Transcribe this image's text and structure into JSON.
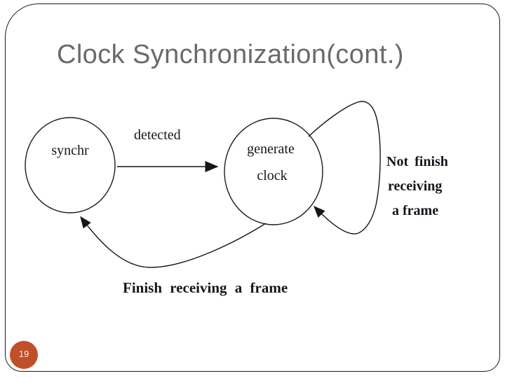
{
  "slide": {
    "title": "Clock Synchronization(cont.)",
    "page_number": "19"
  },
  "colors": {
    "title": "#6a6a6a",
    "accent": "#c0502a",
    "ink": "#1c1c1c"
  },
  "diagram": {
    "states": [
      {
        "name": "synchr",
        "lines": [
          "synchr"
        ]
      },
      {
        "name": "generate-clock",
        "lines": [
          "generate",
          "clock"
        ]
      }
    ],
    "transitions": [
      {
        "name": "detected",
        "label": "detected",
        "from": "synchr",
        "to": "generate-clock"
      },
      {
        "name": "not-finish-loop",
        "label_lines": [
          "Not finish",
          "receiving",
          "a frame"
        ],
        "from": "generate-clock",
        "to": "generate-clock"
      },
      {
        "name": "finish-return",
        "label": "Finish receiving a frame",
        "from": "generate-clock",
        "to": "synchr"
      }
    ]
  }
}
